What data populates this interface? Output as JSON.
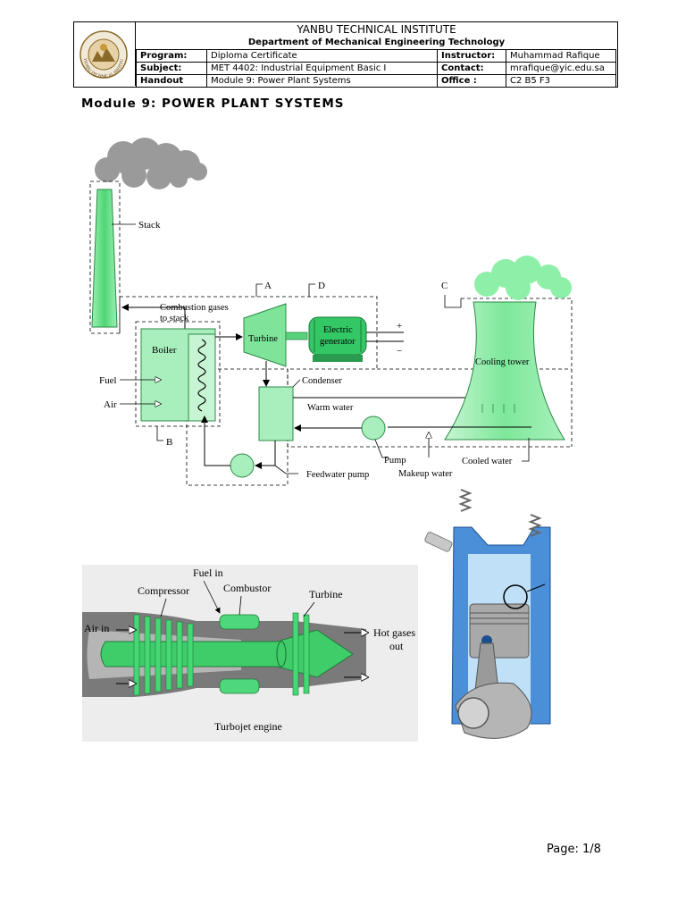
{
  "header": {
    "institute": "YANBU TECHNICAL INSTITUTE",
    "department": "Department of Mechanical Engineering Technology",
    "logo_text": "YANBU TECHNICAL INSTITUTE",
    "rows": [
      {
        "label": "Program:",
        "value": "Diploma Certificate",
        "label2": "Instructor:",
        "value2": "Muhammad Rafique"
      },
      {
        "label": "Subject:",
        "value": "MET 4402: Industrial Equipment Basic I",
        "label2": "Contact:",
        "value2": "mrafique@yic.edu.sa"
      },
      {
        "label": "Handout",
        "value": "Module 9: Power Plant Systems",
        "label2": "Office :",
        "value2": "C2 B5 F3"
      }
    ]
  },
  "module_title": "Module 9: POWER PLANT SYSTEMS",
  "power_plant": {
    "stack": "Stack",
    "combustion_1": "Combustion gases",
    "combustion_2": "to stack",
    "boiler": "Boiler",
    "turbine": "Turbine",
    "generator_1": "Electric",
    "generator_2": "generator",
    "plus": "+",
    "minus": "−",
    "label_a": "A",
    "label_b": "B",
    "label_c": "C",
    "label_d": "D",
    "fuel": "Fuel",
    "air": "Air",
    "condenser": "Condenser",
    "warm_water": "Warm water",
    "cooling_tower": "Cooling tower",
    "pump": "Pump",
    "cooled_water": "Cooled water",
    "feedwater_pump": "Feedwater pump",
    "makeup_water": "Makeup water"
  },
  "turbojet": {
    "fuel_in": "Fuel in",
    "compressor": "Compressor",
    "combustor": "Combustor",
    "turbine": "Turbine",
    "air_in": "Air in",
    "hot_gases_1": "Hot gases",
    "hot_gases_2": "out",
    "caption": "Turbojet engine"
  },
  "page": "Page: 1/8"
}
